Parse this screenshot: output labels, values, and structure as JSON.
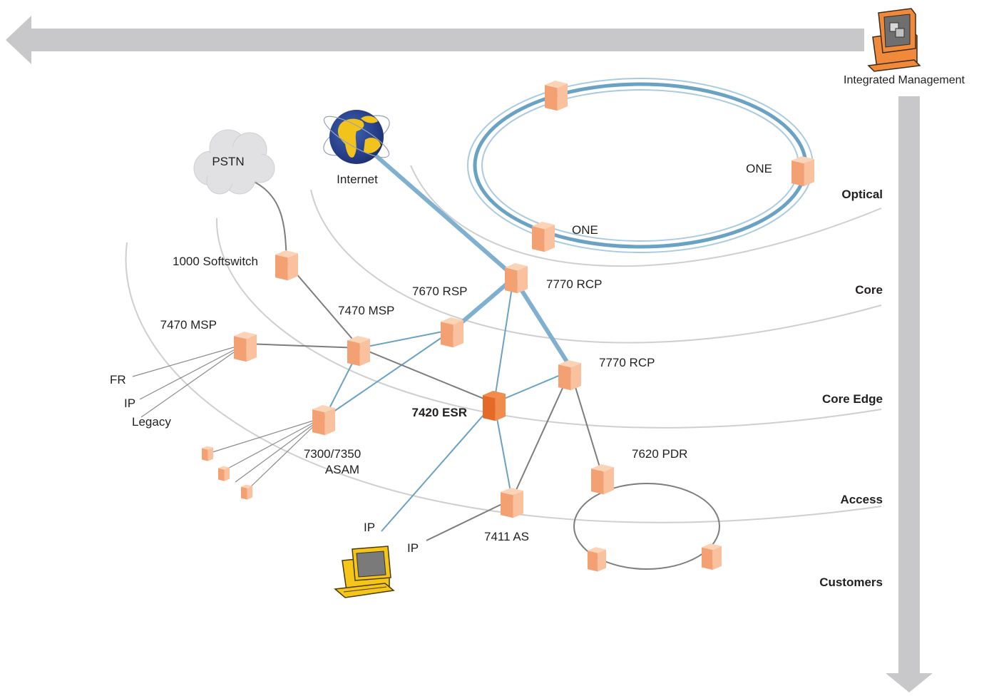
{
  "management": {
    "label": "Integrated Management",
    "icon": "management-computer-icon"
  },
  "layers": [
    "Optical",
    "Core",
    "Core Edge",
    "Access",
    "Customers"
  ],
  "clouds": {
    "pstn": "PSTN"
  },
  "internet": {
    "label": "Internet",
    "icon": "globe-icon"
  },
  "nodes": {
    "one_right": "ONE",
    "one_bottom": "ONE",
    "softswitch": "1000 Softswitch",
    "rcp_top": "7770 RCP",
    "rsp": "7670 RSP",
    "msp_center": "7470 MSP",
    "msp_left": "7470 MSP",
    "rcp_mid": "7770 RCP",
    "esr": "7420 ESR",
    "asam_line1": "7300/7350",
    "asam_line2": "ASAM",
    "pdr": "7620 PDR",
    "as": "7411 AS"
  },
  "protocols": {
    "fr": "FR",
    "ip_left": "IP",
    "legacy": "Legacy",
    "ip_bottom_left": "IP",
    "ip_bottom_right": "IP"
  },
  "colors": {
    "arrow": "#c8c8ca",
    "cube_front": "#f9c19d",
    "cube_side": "#f3a173",
    "cube_top": "#fbd4b8",
    "esr_front": "#f28c4c",
    "esr_side": "#e56a28",
    "blue_link": "#6aa2c4",
    "gray_link": "#7d7d7d",
    "arc": "#cfcfd1"
  }
}
